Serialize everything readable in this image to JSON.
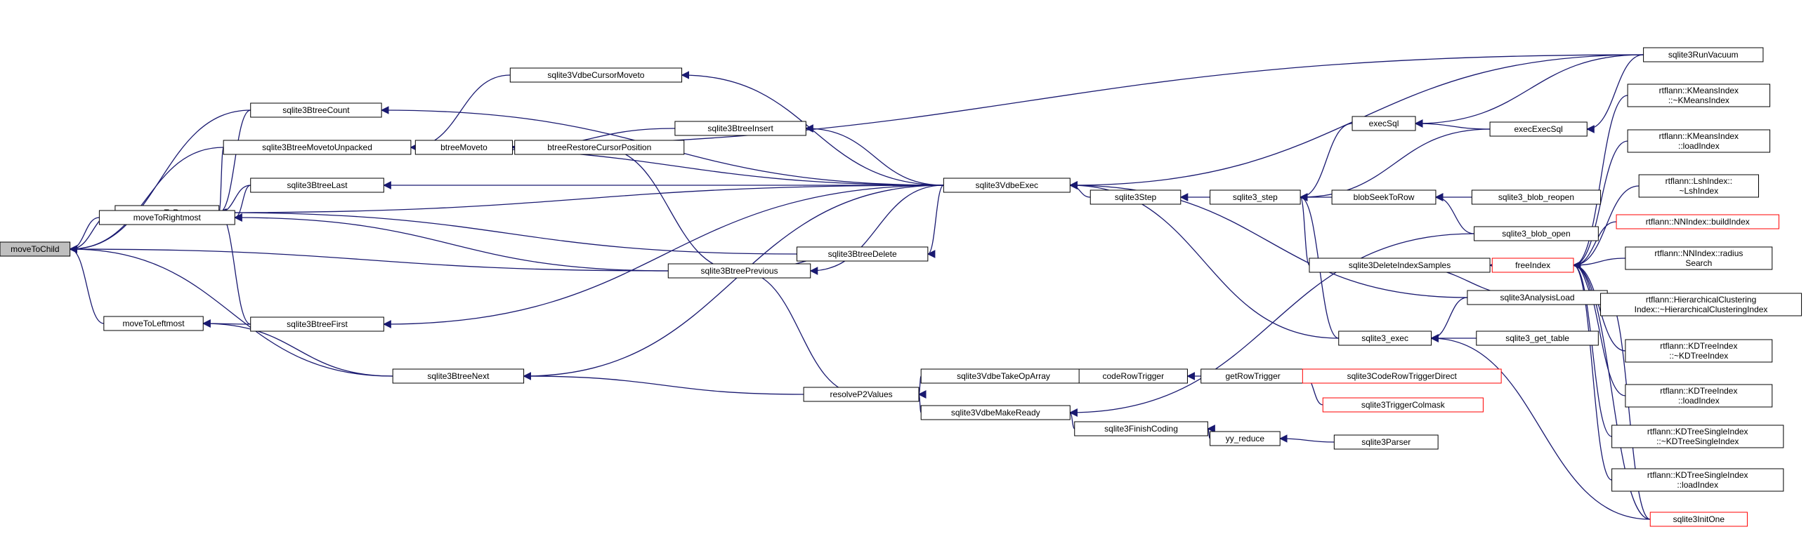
{
  "colors": {
    "edge": "#191970",
    "highlight_border": "#ff0000",
    "root_fill": "#bfbfbf",
    "border": "#000000"
  },
  "nodes": {
    "moveToChild": {
      "label": [
        "moveToChild"
      ],
      "style": "root"
    },
    "moveToRoot": {
      "label": [
        "moveToRoot"
      ]
    },
    "moveToRightmost": {
      "label": [
        "moveToRightmost"
      ]
    },
    "moveToLeftmost": {
      "label": [
        "moveToLeftmost"
      ]
    },
    "sqlite3BtreeCount": {
      "label": [
        "sqlite3BtreeCount"
      ]
    },
    "sqlite3BtreeMovetoUnpacked": {
      "label": [
        "sqlite3BtreeMovetoUnpacked"
      ]
    },
    "sqlite3BtreeLast": {
      "label": [
        "sqlite3BtreeLast"
      ]
    },
    "sqlite3BtreeFirst": {
      "label": [
        "sqlite3BtreeFirst"
      ]
    },
    "sqlite3BtreeNext": {
      "label": [
        "sqlite3BtreeNext"
      ]
    },
    "sqlite3VdbeCursorMoveto": {
      "label": [
        "sqlite3VdbeCursorMoveto"
      ]
    },
    "btreeMoveto": {
      "label": [
        "btreeMoveto"
      ]
    },
    "btreeRestoreCursorPosition": {
      "label": [
        "btreeRestoreCursorPosition"
      ]
    },
    "sqlite3BtreeInsert": {
      "label": [
        "sqlite3BtreeInsert"
      ]
    },
    "sqlite3BtreePrevious": {
      "label": [
        "sqlite3BtreePrevious"
      ]
    },
    "sqlite3BtreeDelete": {
      "label": [
        "sqlite3BtreeDelete"
      ]
    },
    "resolveP2Values": {
      "label": [
        "resolveP2Values"
      ]
    },
    "sqlite3VdbeExec": {
      "label": [
        "sqlite3VdbeExec"
      ]
    },
    "sqlite3VdbeTakeOpArray": {
      "label": [
        "sqlite3VdbeTakeOpArray"
      ]
    },
    "sqlite3VdbeMakeReady": {
      "label": [
        "sqlite3VdbeMakeReady"
      ]
    },
    "sqlite3Step": {
      "label": [
        "sqlite3Step"
      ]
    },
    "codeRowTrigger": {
      "label": [
        "codeRowTrigger"
      ]
    },
    "sqlite3FinishCoding": {
      "label": [
        "sqlite3FinishCoding"
      ]
    },
    "sqlite3_step": {
      "label": [
        "sqlite3_step"
      ]
    },
    "getRowTrigger": {
      "label": [
        "getRowTrigger"
      ]
    },
    "yy_reduce": {
      "label": [
        "yy_reduce"
      ]
    },
    "execSql": {
      "label": [
        "execSql"
      ]
    },
    "blobSeekToRow": {
      "label": [
        "blobSeekToRow"
      ]
    },
    "sqlite3DeleteIndexSamples": {
      "label": [
        "sqlite3DeleteIndexSamples"
      ]
    },
    "sqlite3_exec": {
      "label": [
        "sqlite3_exec"
      ]
    },
    "sqlite3CodeRowTriggerDirect": {
      "label": [
        "sqlite3CodeRowTriggerDirect"
      ],
      "style": "red"
    },
    "sqlite3TriggerColmask": {
      "label": [
        "sqlite3TriggerColmask"
      ],
      "style": "red"
    },
    "sqlite3Parser": {
      "label": [
        "sqlite3Parser"
      ]
    },
    "execExecSql": {
      "label": [
        "execExecSql"
      ]
    },
    "sqlite3_blob_reopen": {
      "label": [
        "sqlite3_blob_reopen"
      ]
    },
    "sqlite3_blob_open": {
      "label": [
        "sqlite3_blob_open"
      ]
    },
    "sqlite3AnalysisLoad": {
      "label": [
        "sqlite3AnalysisLoad"
      ]
    },
    "sqlite3_get_table": {
      "label": [
        "sqlite3_get_table"
      ]
    },
    "sqlite3RunVacuum": {
      "label": [
        "sqlite3RunVacuum"
      ]
    },
    "freeIndex": {
      "label": [
        "freeIndex"
      ],
      "style": "red"
    },
    "KMeansIndexDtor": {
      "label": [
        "rtflann::KMeansIndex",
        "::~KMeansIndex"
      ]
    },
    "KMeansIndexLoad": {
      "label": [
        "rtflann::KMeansIndex",
        "::loadIndex"
      ]
    },
    "LshIndexDtor": {
      "label": [
        "rtflann::LshIndex::",
        "~LshIndex"
      ]
    },
    "NNIndexBuild": {
      "label": [
        "rtflann::NNIndex::buildIndex"
      ],
      "style": "red"
    },
    "NNIndexRadius": {
      "label": [
        "rtflann::NNIndex::radius",
        "Search"
      ]
    },
    "HierDtor": {
      "label": [
        "rtflann::HierarchicalClustering",
        "Index::~HierarchicalClusteringIndex"
      ]
    },
    "KDTreeDtor": {
      "label": [
        "rtflann::KDTreeIndex",
        "::~KDTreeIndex"
      ]
    },
    "KDTreeLoad": {
      "label": [
        "rtflann::KDTreeIndex",
        "::loadIndex"
      ]
    },
    "KDSingleDtor": {
      "label": [
        "rtflann::KDTreeSingleIndex",
        "::~KDTreeSingleIndex"
      ]
    },
    "KDSingleLoad": {
      "label": [
        "rtflann::KDTreeSingleIndex",
        "::loadIndex"
      ]
    },
    "sqlite3InitOne": {
      "label": [
        "sqlite3InitOne"
      ],
      "style": "red"
    }
  },
  "edges": [
    [
      "moveToRoot",
      "moveToChild"
    ],
    [
      "moveToRightmost",
      "moveToChild"
    ],
    [
      "moveToLeftmost",
      "moveToChild"
    ],
    [
      "sqlite3BtreeCount",
      "moveToChild"
    ],
    [
      "sqlite3BtreeMovetoUnpacked",
      "moveToChild"
    ],
    [
      "sqlite3BtreePrevious",
      "moveToChild"
    ],
    [
      "sqlite3BtreeNext",
      "moveToChild"
    ],
    [
      "sqlite3BtreeCount",
      "moveToRoot"
    ],
    [
      "sqlite3BtreeMovetoUnpacked",
      "moveToRoot"
    ],
    [
      "sqlite3BtreeLast",
      "moveToRoot"
    ],
    [
      "sqlite3BtreeFirst",
      "moveToRoot"
    ],
    [
      "sqlite3BtreeDelete",
      "moveToRoot"
    ],
    [
      "sqlite3VdbeExec",
      "moveToRoot"
    ],
    [
      "sqlite3BtreeLast",
      "moveToRightmost"
    ],
    [
      "sqlite3BtreePrevious",
      "moveToRightmost"
    ],
    [
      "sqlite3BtreeFirst",
      "moveToLeftmost"
    ],
    [
      "sqlite3BtreeNext",
      "moveToLeftmost"
    ],
    [
      "sqlite3VdbeExec",
      "sqlite3BtreeCount"
    ],
    [
      "sqlite3VdbeExec",
      "sqlite3BtreeMovetoUnpacked"
    ],
    [
      "sqlite3VdbeCursorMoveto",
      "sqlite3BtreeMovetoUnpacked"
    ],
    [
      "btreeMoveto",
      "sqlite3BtreeMovetoUnpacked"
    ],
    [
      "sqlite3RunVacuum",
      "sqlite3BtreeMovetoUnpacked"
    ],
    [
      "sqlite3VdbeExec",
      "sqlite3BtreeLast"
    ],
    [
      "sqlite3VdbeExec",
      "sqlite3BtreeFirst"
    ],
    [
      "sqlite3VdbeExec",
      "sqlite3BtreeNext"
    ],
    [
      "resolveP2Values",
      "sqlite3BtreeNext"
    ],
    [
      "sqlite3VdbeExec",
      "sqlite3VdbeCursorMoveto"
    ],
    [
      "btreeRestoreCursorPosition",
      "btreeMoveto"
    ],
    [
      "sqlite3BtreeInsert",
      "btreeMoveto"
    ],
    [
      "sqlite3BtreePrevious",
      "btreeRestoreCursorPosition"
    ],
    [
      "sqlite3VdbeExec",
      "sqlite3BtreeInsert"
    ],
    [
      "sqlite3BtreeDelete",
      "sqlite3BtreePrevious"
    ],
    [
      "sqlite3VdbeExec",
      "sqlite3BtreePrevious"
    ],
    [
      "resolveP2Values",
      "sqlite3BtreePrevious"
    ],
    [
      "sqlite3VdbeExec",
      "sqlite3BtreeDelete"
    ],
    [
      "sqlite3VdbeTakeOpArray",
      "resolveP2Values"
    ],
    [
      "sqlite3VdbeMakeReady",
      "resolveP2Values"
    ],
    [
      "sqlite3Step",
      "sqlite3VdbeExec"
    ],
    [
      "sqlite3RunVacuum",
      "sqlite3VdbeExec"
    ],
    [
      "sqlite3AnalysisLoad",
      "sqlite3VdbeExec"
    ],
    [
      "sqlite3_exec",
      "sqlite3VdbeExec"
    ],
    [
      "codeRowTrigger",
      "sqlite3VdbeTakeOpArray"
    ],
    [
      "sqlite3FinishCoding",
      "sqlite3VdbeMakeReady"
    ],
    [
      "sqlite3_blob_open",
      "sqlite3VdbeMakeReady"
    ],
    [
      "sqlite3_step",
      "sqlite3Step"
    ],
    [
      "getRowTrigger",
      "codeRowTrigger"
    ],
    [
      "yy_reduce",
      "sqlite3FinishCoding"
    ],
    [
      "execSql",
      "sqlite3_step"
    ],
    [
      "execExecSql",
      "sqlite3_step"
    ],
    [
      "blobSeekToRow",
      "sqlite3_step"
    ],
    [
      "sqlite3DeleteIndexSamples",
      "sqlite3_step"
    ],
    [
      "sqlite3_exec",
      "sqlite3_step"
    ],
    [
      "sqlite3CodeRowTriggerDirect",
      "getRowTrigger"
    ],
    [
      "sqlite3TriggerColmask",
      "getRowTrigger"
    ],
    [
      "sqlite3Parser",
      "yy_reduce"
    ],
    [
      "execExecSql",
      "execSql"
    ],
    [
      "sqlite3RunVacuum",
      "execSql"
    ],
    [
      "sqlite3_blob_reopen",
      "blobSeekToRow"
    ],
    [
      "sqlite3_blob_open",
      "blobSeekToRow"
    ],
    [
      "freeIndex",
      "sqlite3DeleteIndexSamples"
    ],
    [
      "sqlite3AnalysisLoad",
      "sqlite3DeleteIndexSamples"
    ],
    [
      "sqlite3AnalysisLoad",
      "sqlite3_exec"
    ],
    [
      "sqlite3_get_table",
      "sqlite3_exec"
    ],
    [
      "sqlite3InitOne",
      "sqlite3_exec"
    ],
    [
      "sqlite3RunVacuum",
      "execExecSql"
    ],
    [
      "sqlite3InitOne",
      "sqlite3AnalysisLoad"
    ],
    [
      "KMeansIndexDtor",
      "freeIndex"
    ],
    [
      "KMeansIndexLoad",
      "freeIndex"
    ],
    [
      "LshIndexDtor",
      "freeIndex"
    ],
    [
      "NNIndexBuild",
      "freeIndex"
    ],
    [
      "NNIndexRadius",
      "freeIndex"
    ],
    [
      "HierDtor",
      "freeIndex"
    ],
    [
      "KDTreeDtor",
      "freeIndex"
    ],
    [
      "KDTreeLoad",
      "freeIndex"
    ],
    [
      "KDSingleDtor",
      "freeIndex"
    ],
    [
      "KDSingleLoad",
      "freeIndex"
    ],
    [
      "sqlite3InitOne",
      "freeIndex"
    ]
  ]
}
